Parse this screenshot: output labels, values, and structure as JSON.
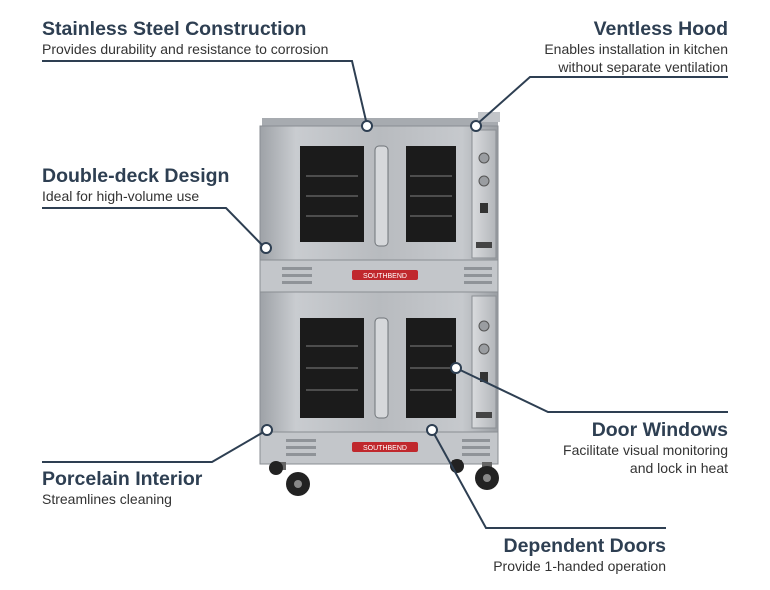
{
  "callouts": {
    "stainless": {
      "title": "Stainless Steel Construction",
      "desc": [
        "Provides durability and resistance to corrosion"
      ]
    },
    "ventless": {
      "title": "Ventless Hood",
      "desc": [
        "Enables installation in kitchen",
        "without separate ventilation"
      ]
    },
    "double_deck": {
      "title": "Double-deck Design",
      "desc": [
        "Ideal for high-volume use"
      ]
    },
    "door_windows": {
      "title": "Door Windows",
      "desc": [
        "Facilitate visual monitoring",
        "and lock in heat"
      ]
    },
    "porcelain": {
      "title": "Porcelain Interior",
      "desc": [
        "Streamlines cleaning"
      ]
    },
    "dependent_doors": {
      "title": "Dependent Doors",
      "desc": [
        "Provide 1-handed operation"
      ]
    }
  },
  "oven": {
    "brand_plate": "SOUTHBEND"
  },
  "colors": {
    "leader_line": "#2e3f52",
    "heading": "#2e3f52",
    "steel": "#b9bcc0",
    "steel_dark": "#8e9297",
    "window": "#1b1b1b",
    "brand_red": "#c0282d"
  }
}
